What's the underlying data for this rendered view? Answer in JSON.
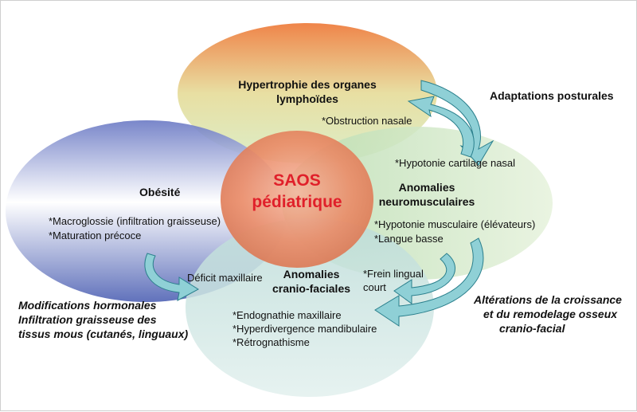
{
  "center": {
    "line1": "SAOS",
    "line2": "pédiatrique",
    "color": "#e0202a"
  },
  "circles": {
    "top": {
      "title_line1": "Hypertrophie des organes",
      "title_line2": "lymphoïdes",
      "items": [
        "*Obstruction nasale"
      ],
      "color_from": "#f08a4a",
      "color_to": "#eaf3c8"
    },
    "left": {
      "title": "Obésité",
      "items": [
        "*Macroglossie (infiltration graisseuse)",
        "*Maturation précoce"
      ],
      "color_from": "#7b86c8",
      "color_to": "#ffffff"
    },
    "right": {
      "title_line1": "Anomalies",
      "title_line2": "neuromusculaires",
      "items": [
        "*Hypotonie cartilage nasal",
        "*Hypotonie musculaire (élévateurs)",
        "*Langue basse"
      ],
      "color": "#d8ecc8"
    },
    "bottom": {
      "title_line1": "Anomalies",
      "title_line2": "cranio-faciales",
      "items": [
        "*Endognathie maxillaire",
        "*Hyperdivergence mandibulaire",
        "*Rétrognathisme"
      ],
      "color": "#cfe6e4"
    }
  },
  "annotations": {
    "deficit": "Déficit maxillaire",
    "frein_line1": "*Frein lingual",
    "frein_line2": "court",
    "adaptations": "Adaptations posturales",
    "croissance_line1": "Altérations de la croissance",
    "croissance_line2": "et du remodelage osseux",
    "croissance_line3": "cranio-facial",
    "hormonal_line1": "Modifications hormonales",
    "hormonal_line2": "Infiltration graisseuse des",
    "hormonal_line3": "tissus mous (cutanés, linguaux)"
  },
  "arrow_color": "#8fd0d6"
}
